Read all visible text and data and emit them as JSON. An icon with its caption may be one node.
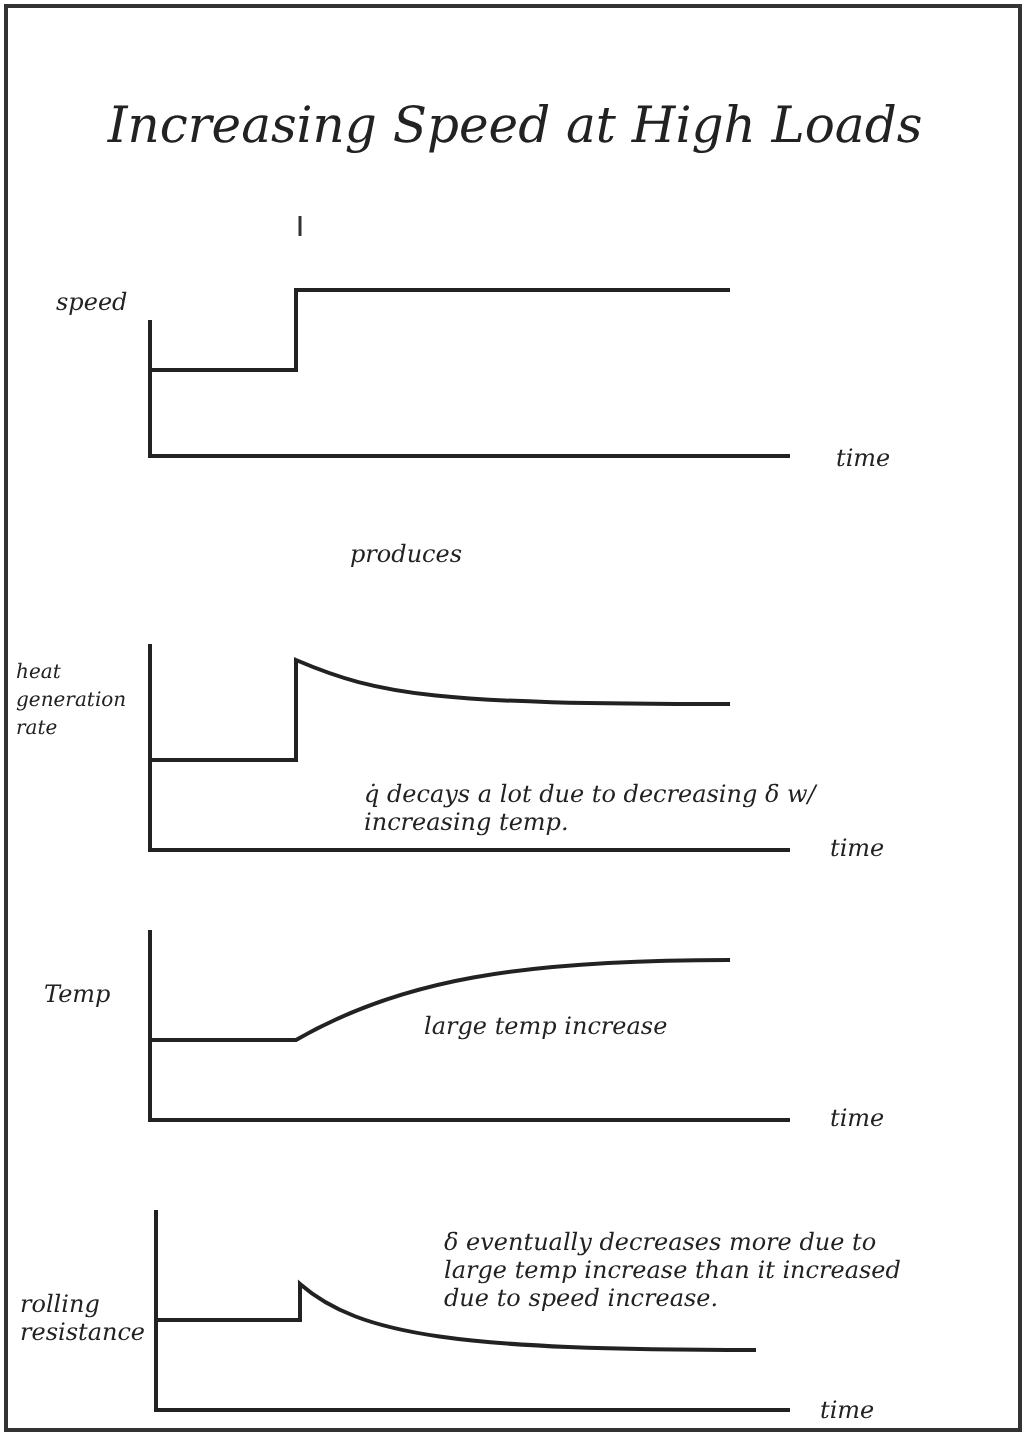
{
  "diagram": {
    "title": "Increasing Speed at High Loads",
    "labels": [
      "speed",
      "time",
      "produces",
      "heat generation rate",
      "q̇ decays a lot due to decreasing δ w/ increasing temp.",
      "time",
      "Temp",
      "large temp increase",
      "time",
      "rolling resistance",
      "δ eventually decreases more due to large temp increase than it increased due to speed increase.",
      "time"
    ]
  }
}
